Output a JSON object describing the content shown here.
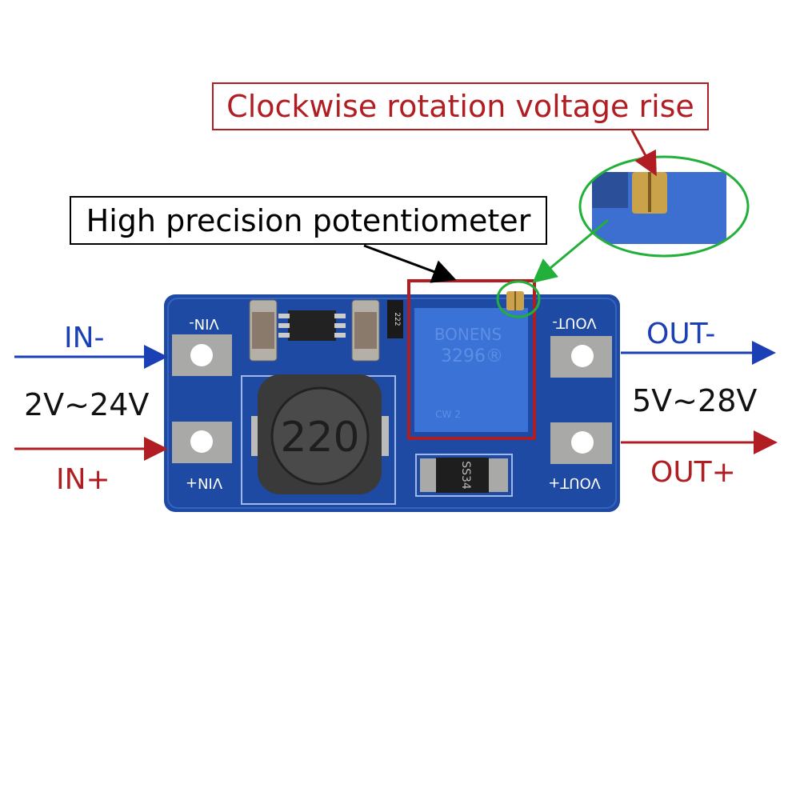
{
  "callouts": {
    "clockwise": "Clockwise rotation voltage rise",
    "potentiometer": "High precision potentiometer"
  },
  "input": {
    "negative": "IN-",
    "positive": "IN+",
    "range": "2V~24V"
  },
  "output": {
    "negative": "OUT-",
    "positive": "OUT+",
    "range": "5V~28V"
  },
  "board": {
    "vin_minus": "VIN-",
    "vin_plus": "VIN+",
    "vout_minus": "VOUT-",
    "vout_plus": "VOUT+",
    "inductor": "220",
    "pot_brand": "BONENS",
    "pot_model": "3296®",
    "pot_marking": "CW 2",
    "diode": "SS34",
    "resistor": "222"
  },
  "colors": {
    "red": "#b01e23",
    "blue": "#1b3fb4",
    "green": "#22b03a",
    "pcb": "#1f4aa3",
    "pot": "#3a72d6"
  }
}
